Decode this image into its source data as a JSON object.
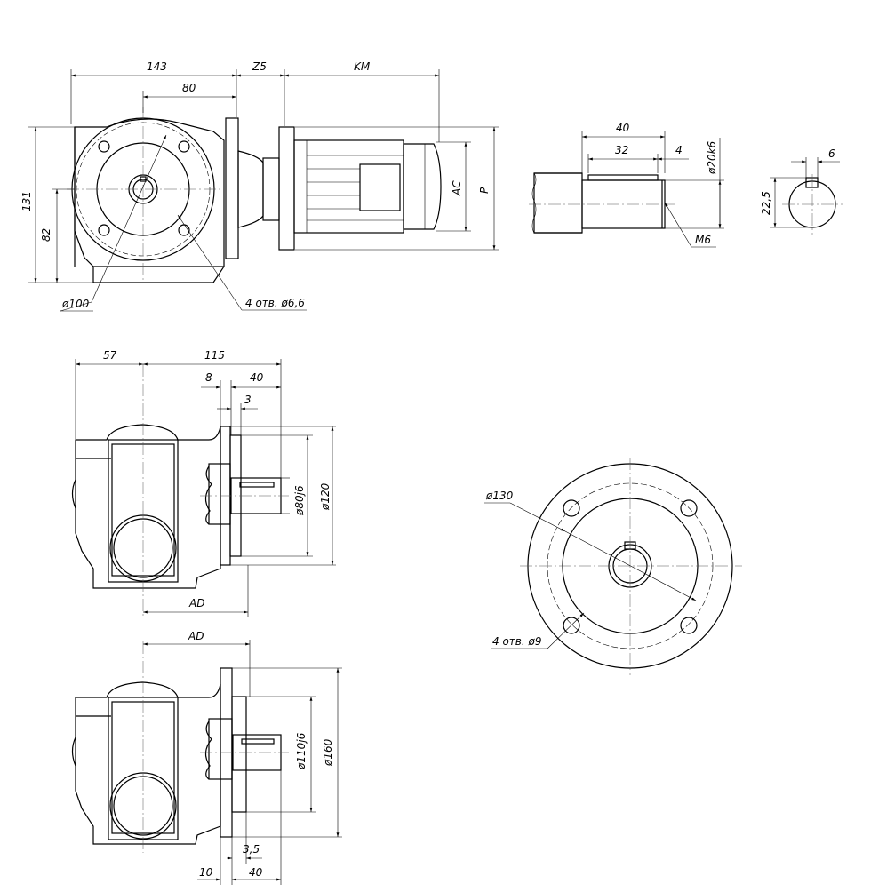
{
  "dims": {
    "top_143": "143",
    "top_80": "80",
    "top_z5": "Z5",
    "top_km": "KM",
    "left_131": "131",
    "left_82": "82",
    "ac": "AC",
    "p": "P",
    "dia100": "ø100",
    "holes_66": "4 отв. ø6,6",
    "shaft_40": "40",
    "shaft_32": "32",
    "shaft_4": "4",
    "shaft_dia": "ø20k6",
    "shaft_m6": "M6",
    "key_6": "6",
    "key_225": "22,5",
    "mid_57": "57",
    "mid_115": "115",
    "mid_8": "8",
    "mid_40": "40",
    "mid_3": "3",
    "mid_80j6": "ø80j6",
    "mid_120": "ø120",
    "mid_ad": "AD",
    "flange_130": "ø130",
    "flange_holes": "4 отв. ø9",
    "bot_ad": "AD",
    "bot_110j6": "ø110j6",
    "bot_160": "ø160",
    "bot_35": "3,5",
    "bot_10": "10",
    "bot_40": "40"
  }
}
